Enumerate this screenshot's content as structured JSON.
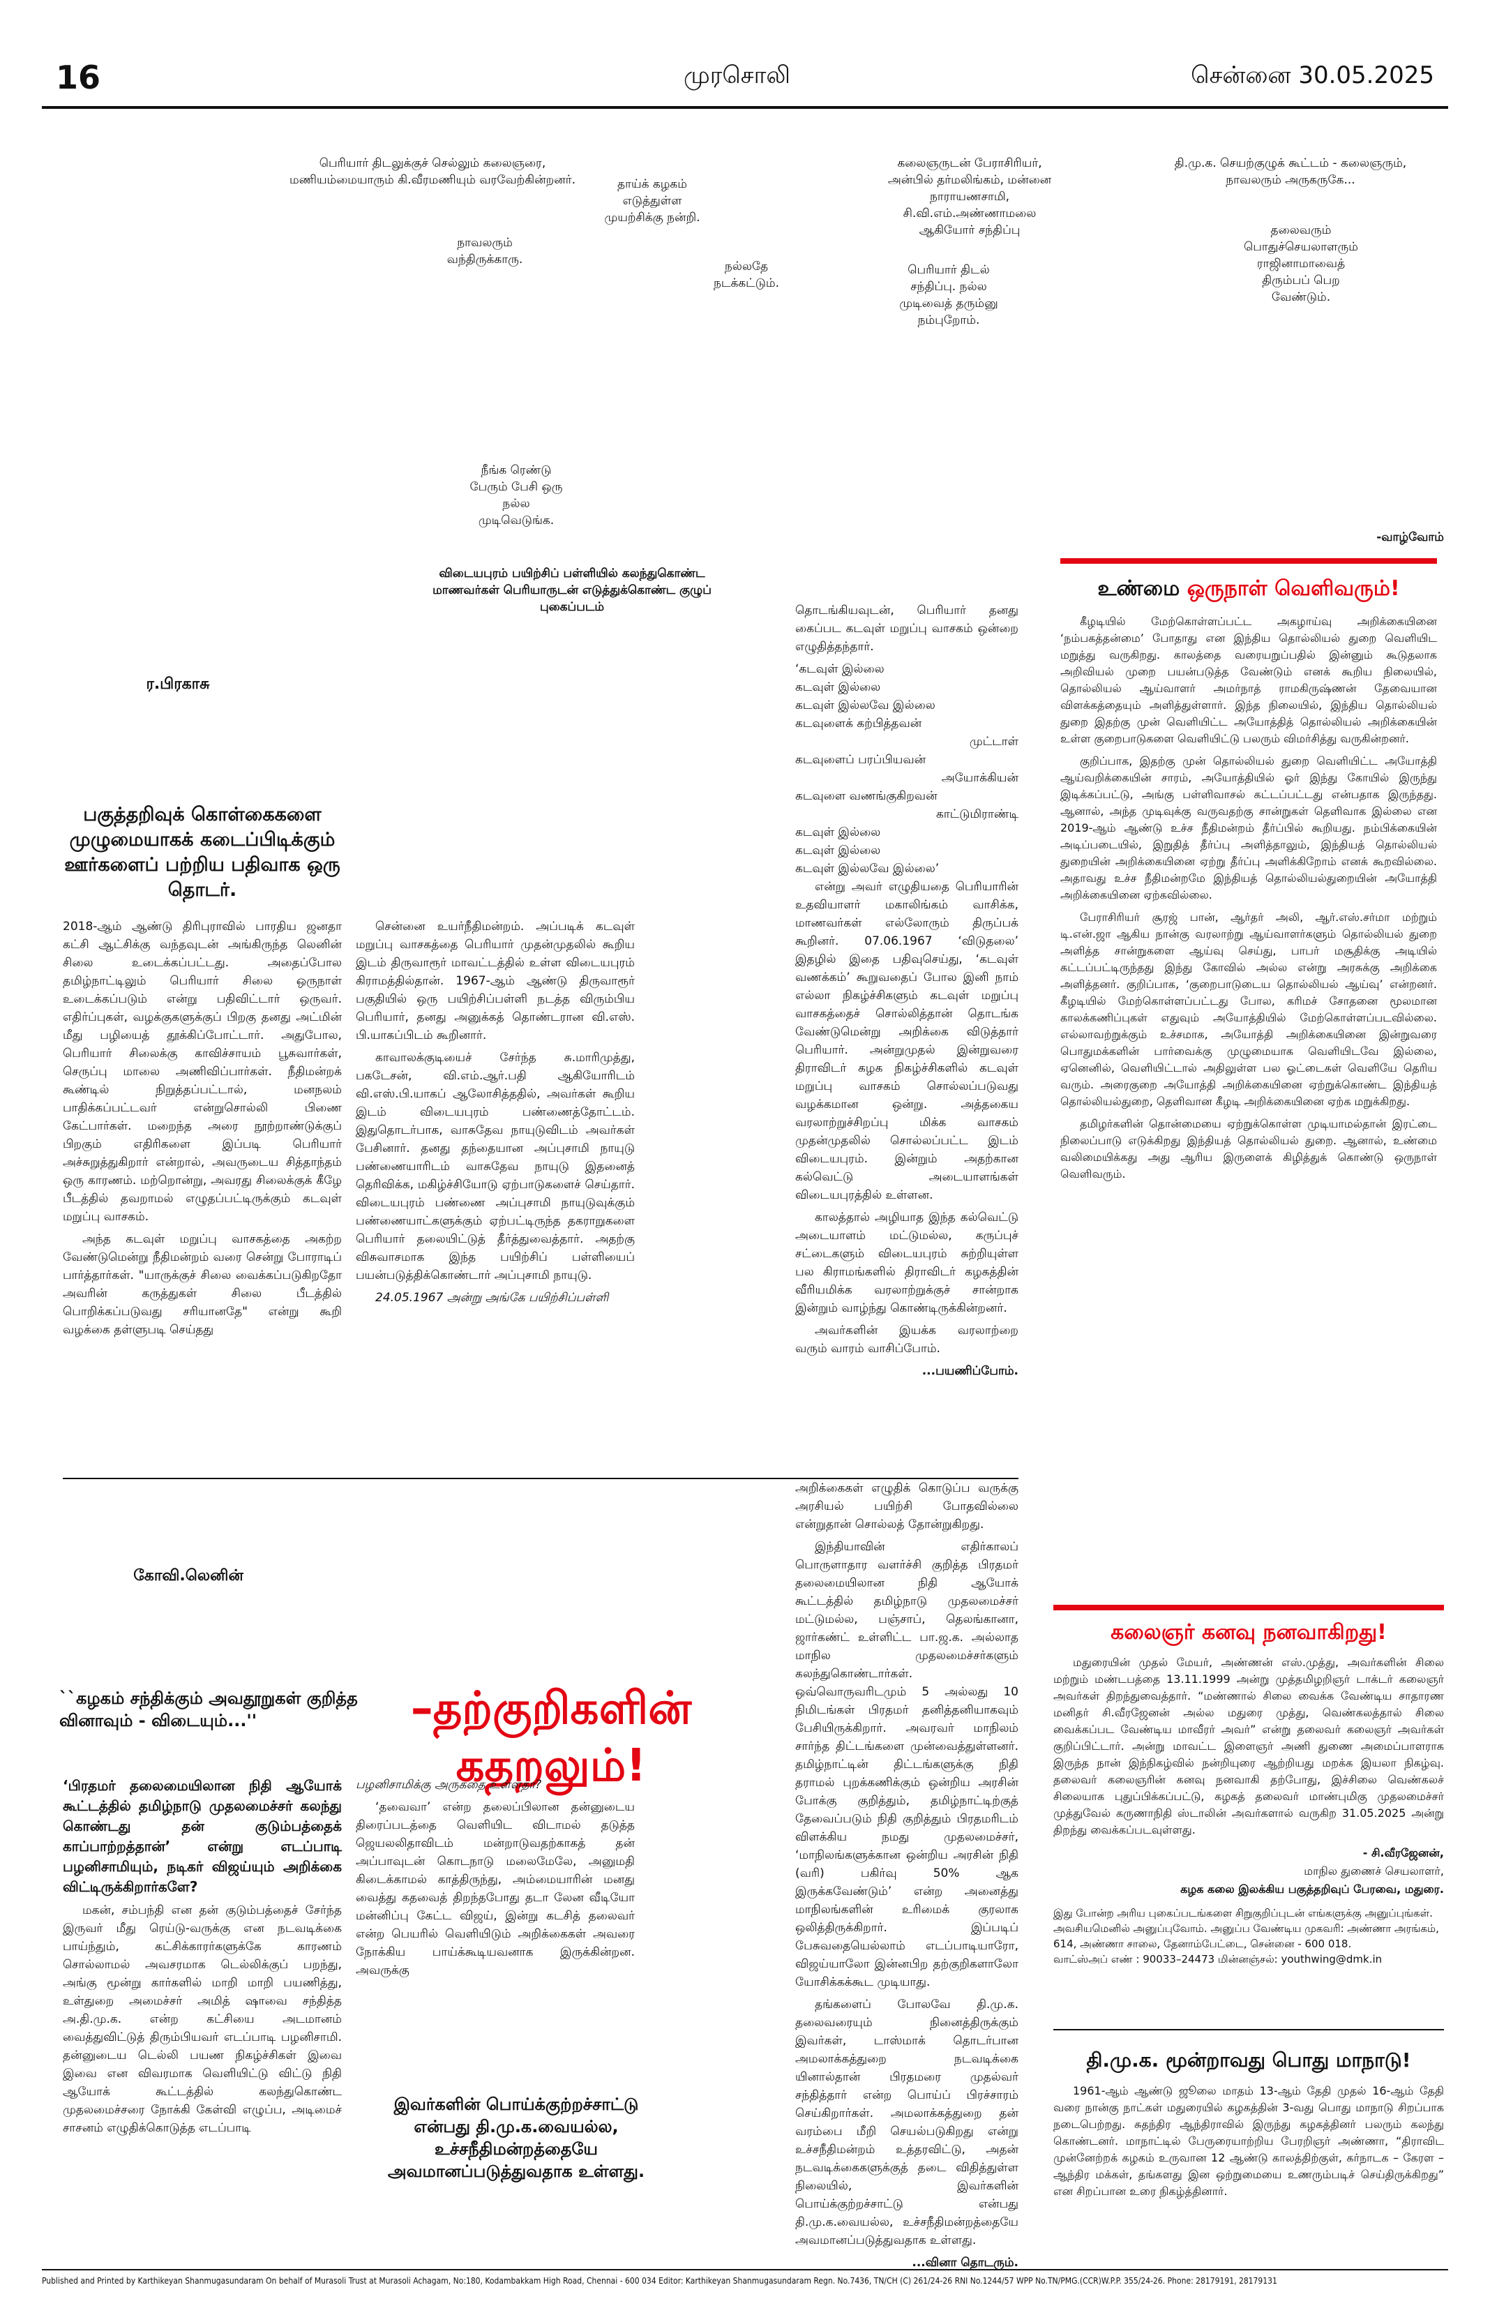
{
  "masthead": {
    "page_no": "16",
    "paper": "முரசொலி",
    "date": "சென்னை 30.05.2025"
  },
  "top_captions": {
    "c1": "பெரியார் திடலுக்குச் செல்லும் கலைஞரை, மணியம்மையாரும் கி.வீரமணியும் வரவேற்கின்றனர்.",
    "c2": "நாவலரும் வந்திருக்காரு.",
    "c3": "தாய்க் கழகம் எடுத்துள்ள முயற்சிக்கு நன்றி.",
    "c4": "நல்லதே நடக்கட்டும்.",
    "c5": "கலைஞருடன் பேராசிரியர், அன்பில் தர்மலிங்கம், மன்னை நாராயணசாமி, சி.வி.எம்.அண்ணாமலை ஆகியோர் சந்திப்பு",
    "c6": "பெரியார் திடல் சந்திப்பு. நல்ல முடிவைத் தரும்னு நம்புறோம்.",
    "c7": "தி.மு.க. செயற்குழுக் கூட்டம் - கலைஞரும், நாவலரும் அருகருகே...",
    "c8": "தலைவரும் பொதுச்செயலாளரும் ராஜினாமாவைத் திரும்பப் பெற வேண்டும்.",
    "c9": "நீங்க ரெண்டு பேரும் பேசி ஒரு நல்ல முடிவெடுங்க.",
    "c10": "-வாழ்வோம்"
  },
  "article1": {
    "author": "ர.பிரகாசு",
    "deck": "பகுத்தறிவுக் கொள்கைகளை முழுமையாகக் கடைப்பிடிக்கும் ஊர்களைப் பற்றிய பதிவாக ஒரு தொடர்.",
    "photo_caption": "விடையபுரம் பயிற்சிப் பள்ளியில் கலந்துகொண்ட மாணவர்கள் பெரியாருடன் எடுத்துக்கொண்ட குழுப் புகைப்படம்",
    "col1": [
      "2018-ஆம் ஆண்டு திரிபுராவில் பாரதிய ஜனதா கட்சி ஆட்சிக்கு வந்தவுடன் அங்கிருந்த லெனின் சிலை உடைக்கப்பட்டது. அதைப்போல தமிழ்நாட்டிலும் பெரியார் சிலை ஒருநாள் உடைக்கப்படும் என்று பதிவிட்டார் ஒருவர். எதிர்ப்புகள், வழக்குகளுக்குப் பிறகு தனது அட்மின் மீது பழியைத் தூக்கிப்போட்டார். அதுபோல, பெரியார் சிலைக்கு காவிச்சாயம் பூசுவார்கள், செருப்பு மாலை அணிவிப்பார்கள். நீதிமன்றக் கூண்டில் நிறுத்தப்பட்டால், மனநலம் பாதிக்கப்பட்டவர் என்றுசொல்லி பிணை கேட்பார்கள். மறைந்த அரை நூற்றாண்டுக்குப் பிறகும் எதிரிகளை இப்படி பெரியார் அச்சுறுத்துகிறார் என்றால், அவருடைய சித்தாந்தம் ஒரு காரணம். மற்றொன்று, அவரது சிலைக்குக் கீழே பீடத்தில் தவறாமல் எழுதப்பட்டிருக்கும் கடவுள் மறுப்பு வாசகம்.",
      "அந்த கடவுள் மறுப்பு வாசகத்தை அகற்ற வேண்டுமென்று நீதிமன்றம் வரை சென்று போராடிப் பார்த்தார்கள். \"யாருக்குச் சிலை வைக்கப்படுகிறதோ அவரின் கருத்துகள் சிலை பீடத்தில் பொறிக்கப்படுவது சரியானதே\" என்று கூறி வழக்கை தள்ளுபடி செய்தது"
    ],
    "col2": [
      "சென்னை உயர்நீதிமன்றம். அப்படிக் கடவுள் மறுப்பு வாசகத்தை பெரியார் முதன்முதலில் கூறிய இடம் திருவாரூர் மாவட்டத்தில் உள்ள விடையபுரம் கிராமத்தில்தான். 1967-ஆம் ஆண்டு திருவாரூர் பகுதியில் ஒரு பயிற்சிப்பள்ளி நடத்த விரும்பிய பெரியார், தனது அனுக்கத் தொண்டரான வி.எஸ். பி.யாகப்பிடம் கூறினார்.",
      "காவாலக்குடியைச் சேர்ந்த சு.மாரிமுத்து, பகடேசன், வி.எம்.ஆர்.பதி ஆகியோரிடம் வி.எஸ்.பி.யாகப் ஆலோசித்ததில், அவர்கள் கூறிய இடம் விடையபுரம் பண்ணைத்தோட்டம். இதுதொடர்பாக, வாசுதேவ நாயுடுவிடம் அவர்கள் பேசினார். தனது தந்தையான அப்புசாமி நாயுடு பண்ணையாரிடம் வாசுதேவ நாயுடு இதனைத் தெரிவிக்க, மகிழ்ச்சியோடு ஏற்பாடுகளைச் செய்தார். விடையபுரம் பண்ணை அப்புசாமி நாயுடுவுக்கும் பண்ணையாட்களுக்கும் ஏற்பட்டிருந்த தகராறுகளை பெரியார் தலையிட்டுத் தீர்த்துவைத்தார். அதற்கு விசுவாசமாக இந்த பயிற்சிப் பள்ளியைப் பயன்படுத்திக்கொண்டார் அப்புசாமி நாயுடு.",
      "24.05.1967 அன்று அங்கே பயிற்சிப்பள்ளி"
    ],
    "col3_intro": "தொடங்கியவுடன், பெரியார் தனது கைப்பட கடவுள் மறுப்பு வாசகம் ஒன்றை எழுதித்தந்தார்.",
    "poem": [
      {
        "a": "‘கடவுள் இல்லை",
        "b": ""
      },
      {
        "a": "கடவுள் இல்லை",
        "b": ""
      },
      {
        "a": "கடவுள் இல்லவே இல்லை",
        "b": ""
      },
      {
        "a": "கடவுளைக் கற்பித்தவன்",
        "b": "முட்டாள்"
      },
      {
        "a": "கடவுளைப் பரப்பியவன்",
        "b": "அயோக்கியன்"
      },
      {
        "a": "கடவுளை வணங்குகிறவன்",
        "b": "காட்டுமிராண்டி"
      },
      {
        "a": "கடவுள் இல்லை",
        "b": ""
      },
      {
        "a": "கடவுள் இல்லை",
        "b": ""
      },
      {
        "a": "கடவுள் இல்லவே இல்லை’",
        "b": ""
      }
    ],
    "col3": [
      "என்று அவர் எழுதியதை பெரியாரின் உதவியாளர் மகாலிங்கம் வாசிக்க, மாணவர்கள் எல்லோரும் திருப்பக் கூறினர். 07.06.1967 ‘விடுதலை’ இதழில் இதை பதிவுசெய்து, ‘கடவுள் வணக்கம்’ கூறுவதைப் போல இனி நாம் எல்லா நிகழ்ச்சிகளும் கடவுள் மறுப்பு வாசகத்தைச் சொல்லித்தான் தொடங்க வேண்டுமென்று அறிக்கை விடுத்தார் பெரியார். அன்றுமுதல் இன்றுவரை திராவிடர் கழக நிகழ்ச்சிகளில் கடவுள் மறுப்பு வாசகம் சொல்லப்படுவது வழக்கமான ஒன்று. அத்தகைய வரலாற்றுச்சிறப்பு மிக்க வாசகம் முதன்முதலில் சொல்லப்பட்ட இடம் விடையபுரம். இன்றும் அதற்கான கல்வெட்டு அடையாளங்கள் விடையபுரத்தில் உள்ளன.",
      "காலத்தால் அழியாத இந்த கல்வெட்டு அடையாளம் மட்டுமல்ல, கருப்புச் சட்டைகளும் விடையபுரம் சுற்றியுள்ள பல கிராமங்களில் திராவிடர் கழகத்தின் வீரியமிக்க வரலாற்றுக்குச் சான்றாக இன்றும் வாழ்ந்து கொண்டிருக்கின்றனர்.",
      "அவர்களின் இயக்க வரலாற்றை வரும் வாரம் வாசிப்போம்."
    ],
    "cont": "...பயணிப்போம்."
  },
  "box1": {
    "title_black": "உண்மை ",
    "title_red": "ஒருநாள் வெளிவரும்!",
    "paras": [
      "கீழடியில் மேற்கொள்ளப்பட்ட அகழாய்வு அறிக்கையினை ‘நம்பகத்தன்மை’ போதாது என இந்திய தொல்லியல் துறை வெளியிட மறுத்து வருகிறது. காலத்தை வரையறுப்பதில் இன்னும் கூடுதலாக அறிவியல் முறை பயன்படுத்த வேண்டும் எனக் கூறிய நிலையில், தொல்லியல் ஆய்வாளர் அமர்நாத் ராமகிருஷ்ணன் தேவையான விளக்கத்தையும் அளித்துள்ளார். இந்த நிலையில், இந்திய தொல்லியல் துறை இதற்கு முன் வெளியிட்ட அயோத்தித் தொல்லியல் அறிக்கையின் உள்ள குறைபாடுகளை வெளியிட்டு பலரும் விமர்சித்து வருகின்றனர்.",
      "குறிப்பாக, இதற்கு முன் தொல்லியல் துறை வெளியிட்ட அயோத்தி ஆய்வறிக்கையின் சாரம், அயோத்தியில் ஓர் இந்து கோயில் இருந்து இடிக்கப்பட்டு, அங்கு பள்ளிவாசல் கட்டப்பட்டது என்பதாக இருந்தது. ஆனால், அந்த முடிவுக்கு வருவதற்கு சான்றுகள் தெளிவாக இல்லை என 2019-ஆம் ஆண்டு உச்ச நீதிமன்றம் தீர்ப்பில் கூறியது. நம்பிக்கையின் அடிப்படையில், இறுதித் தீர்ப்பு அளித்தாலும், இந்தியத் தொல்லியல் துறையின் அறிக்கையினை ஏற்று தீர்ப்பு அளிக்கிறோம் எனக் கூறவில்லை. அதாவது உச்ச நீதிமன்றமே இந்தியத் தொல்லியல்துறையின் அயோத்தி அறிக்கையினை ஏற்கவில்லை.",
      "பேராசிரியர் சூரஜ் பான், ஆர்தர் அலி, ஆர்.எஸ்.சர்மா மற்றும் டி.என்.ஜா ஆகிய நான்கு வரலாற்று ஆய்வாளர்களும் தொல்லியல் துறை அளித்த சான்றுகளை ஆய்வு செய்து, பாபர் மசூதிக்கு அடியில் கட்டப்பட்டிருந்தது இந்து கோவில் அல்ல என்று அரசுக்கு அறிக்கை அளித்தனர். குறிப்பாக, ‘குறைபாடுடைய தொல்லியல் ஆய்வு’ என்றனர். கீழடியில் மேற்கொள்ளப்பட்டது போல, கரிமச் சோதனை மூலமான காலக்கணிப்புகள் எதுவும் அயோத்தியில் மேற்கொள்ளப்படவில்லை. எல்லாவற்றுக்கும் உச்சமாக, அயோத்தி அறிக்கையினை இன்றுவரை பொதுமக்களின் பார்வைக்கு முழுமையாக வெளியிடவே இல்லை, ஏனெனில், வெளியிட்டால் அதிலுள்ள பல ஓட்டைகள் வெளியே தெரிய வரும். அரைகுறை அயோத்தி அறிக்கையினை ஏற்றுக்கொண்ட இந்தியத் தொல்லியல்துறை, தெளிவான கீழடி அறிக்கையினை ஏற்க மறுக்கிறது.",
      "தமிழர்களின் தொன்மையை ஏற்றுக்கொள்ள முடியாமல்தான் இரட்டை நிலைப்பாடு எடுக்கிறது இந்தியத் தொல்லியல் துறை. ஆனால், உண்மை வலிமையிக்கது அது ஆரிய இருளைக் கிழித்துக் கொண்டு ஒருநாள் வெளிவரும்."
    ]
  },
  "article2": {
    "author": "கோவி.லெனின்",
    "question": "``கழகம் சந்திக்கும் அவதூறுகள் குறித்த வினாவும் - விடையும்...''",
    "headline": "–தற்குறிகளின் கதறலும்!",
    "col1_bold": "‘பிரதமர் தலைமையிலான நிதி ஆயோக் கூட்டத்தில் தமிழ்நாடு முதலமைச்சர் கலந்து கொண்டது தன் குடும்பத்தைக் காப்பாற்றத்தான்’ என்று எடப்பாடி பழனிசாமியும், நடிகர் விஜய்யும் அறிக்கை விட்டிருக்கிறார்களே?",
    "col1": "மகன், சம்பந்தி என தன் குடும்பத்தைச் சேர்ந்த இருவர் மீது ரெய்டு-வருக்கு என நடவடிக்கை பாய்ந்தும், கட்சிக்காரர்களுக்கே காரணம் சொல்லாமல் அவசரமாக டெல்லிக்குப் பறந்து, அங்கு மூன்று கார்களில் மாறி மாறி பயணித்து, உள்துறை அமைச்சர் அமித் ஷாவை சந்தித்த அ.தி.மு.க. என்ற கட்சியை அடமானம் வைத்துவிட்டுத் திரும்பியவர் எடப்பாடி பழனிசாமி. தன்னுடைய டெல்லி பயண நிகழ்ச்சிகள் இவை இவை என விவரமாக வெளியிட்டு விட்டு நிதி ஆயோக் கூட்டத்தில் கலந்துகொண்ட முதலமைச்சரை நோக்கி கேள்வி எழுப்ப, அடிமைச் சாசனம் எழுதிக்கொடுத்த எடப்பாடி",
    "col2_bold": "பழனிசாமிக்கு அருகதை உள்ளதா?",
    "col2": "‘தவைவா’ என்ற தலைப்பிலான தன்னுடைய திரைப்படத்தை வெளியிட விடாமல் தடுத்த ஜெயலலிதாவிடம் மன்றாடுவதற்காகத் தன் அப்பாவுடன் கொடநாடு மலைமேலே, அனுமதி கிடைக்காமல் காத்திருந்து, அம்மையாரின் மனது வைத்து கதவைத் திறந்தபோது தடா லேன வீடியோ மன்னிப்பு கேட்ட விஜய், இன்று கடசித் தலைவர் என்ற பெயரில் வெளியிடும் அறிக்கைகள் அவரை நோக்கிய பாய்க்கூடியவனாக இருக்கின்றன. அவருக்கு",
    "deck": "இவர்களின் பொய்க்குற்றச்சாட்டு என்பது தி.மு.க.வையல்ல, உச்சநீதிமன்றத்தையே அவமானப்படுத்துவதாக உள்ளது.",
    "col3a": [
      "அறிக்கைகள் எழுதிக் கொடுப்ப வருக்கு அரசியல் பயிற்சி போதவில்லை என்றுதான் சொல்லத் தோன்றுகிறது.",
      "இந்தியாவின் எதிர்காலப் பொருளாதார வளர்ச்சி குறித்த பிரதமர் தலைமையிலான நிதி ஆயோக் கூட்டத்தில் தமிழ்நாடு முதலமைச்சர் மட்டுமல்ல, பஞ்சாப், தெலங்கானா, ஜார்கண்ட் உள்ளிட்ட பா.ஜ.க. அல்லாத மாநில முதலமைச்சர்களும் கலந்துகொண்டார்கள். ஒவ்வொருவரிடமும் 5 அல்லது 10 நிமிடங்கள் பிரதமர் தனித்தனியாகவும் பேசியிருக்கிறார். அவரவர் மாநிலம் சார்ந்த திட்டங்களை முன்வைத்துள்ளனர். தமிழ்நாட்டின் திட்டங்களுக்கு நிதி தராமல் புறக்கணிக்கும் ஒன்றிய அரசின் போக்கு குறித்தும், தமிழ்நாட்டிற்குத் தேவைப்படும் நிதி குறித்தும் பிரதமரிடம் விளக்கிய நமது முதலமைச்சர், ‘மாநிலங்களுக்கான ஒன்றிய அரசின் நிதி (வரி) பகிர்வு 50% ஆக இருக்கவேண்டும்’ என்ற அனைத்து மாநிலங்களின் உரிமைக் குரலாக ஒலித்திருக்கிறார். இப்படிப் பேசுவதையெல்லாம் எடப்பாடியாரோ, விஜய்யாலோ இன்னபிற தற்குறிகளாலோ யோசிக்கக்கூட முடியாது.",
      "தங்களைப் போலவே தி.மு.க. தலைவரையும் நினைத்திருக்கும் இவர்கள், டாஸ்மாக் தொடர்பான அமலாக்கத்துறை நடவடிக்கை யினால்தான் பிரதமரை முதல்வர் சந்தித்தார் என்ற பொய்ப் பிரச்சாரம் செய்கிறார்கள். அமலாக்கத்துறை தன் வரம்பை மீறி செயல்படுகிறது என்று உச்சநீதிமன்றம் உத்தரவிட்டு, அதன் நடவடிக்கைகளுக்குத் தடை விதித்துள்ள நிலையில், இவர்களின் பொய்க்குற்றச்சாட்டு என்பது தி.மு.க.வையல்ல, உச்சநீதிமன்றத்தையே அவமானப்படுத்துவதாக உள்ளது."
    ],
    "cont": "...வினா தொடரும்."
  },
  "box2": {
    "title_red": "கலைஞர் கனவு நனவாகிறது!",
    "body": "மதுரையின் முதல் மேயர், அண்ணன் எஸ்.முத்து, அவர்களின் சிலை மற்றும் மண்டபத்தை 13.11.1999 அன்று முத்தமிழறிஞர் டாக்டர் கலைஞர் அவர்கள் திறந்துவைத்தார். “மண்ணால் சிலை வைக்க வேண்டிய சாதாரண மனிதர் சி.வீரஜேனன் அல்ல மதுரை முத்து, வெண்கலத்தால் சிலை வைக்கப்பட வேண்டிய மாவீரர் அவர்” என்று தலைவர் கலைஞர் அவர்கள் குறிப்பிட்டார். அன்று மாவட்ட இளைஞர் அணி துணை அமைப்பாளராக இருந்த நான் இந்நிகழ்வில் நன்றியுரை ஆற்றியது மறக்க இயலா நிகழ்வு. தலைவர் கலைஞரின் கனவு நனவாகி தற்போது, இச்சிலை வெண்கலச் சிலையாக புதுப்பிக்கப்பட்டு, கழகத் தலைவர் மாண்புமிகு முதலமைச்சர் முத்துவேல் கருணாநிதி ஸ்டாலின் அவர்களால் வருகிற 31.05.2025 அன்று திறந்து வைக்கப்படவுள்ளது.",
    "sig1": "- சி.வீரஜேனன்,",
    "sig2": "மாநில துணைச் செயலாளர்,",
    "sig3": "கழக கலை இலக்கிய பகுத்தறிவுப் பேரவை, மதுரை.",
    "invite": "இது போன்ற அரிய புகைப்படங்களை சிறுகுறிப்புடன் எங்களுக்கு அனுப்புங்கள். அவசியமெனில் அனுப்புவோம். அனுப்ப வேண்டிய முகவரி: அண்ணா அரங்கம், 614, அண்ணா சாலை, தேனாம்பேட்டை, சென்னை - 600 018.",
    "whatsapp": "வாட்ஸ்அப் எண் : 90033–24473 மின்னஞ்சல்: youthwing@dmk.in"
  },
  "box3": {
    "title": "தி.மு.க. மூன்றாவது பொது மாநாடு!",
    "body": "1961-ஆம் ஆண்டு ஜூலை மாதம் 13-ஆம் தேதி முதல் 16-ஆம் தேதி வரை நான்கு நாட்கள் மதுரையில் கழகத்தின் 3-வது பொது மாநாடு சிறப்பாக நடைபெற்றது. சுதந்திர ஆந்திராவில் இருந்து கழகத்தினர் பலரும் கலந்து கொண்டனர். மாநாட்டில் பேருரையாற்றிய பேரறிஞர் அண்ணா, “திராவிட முன்னேற்றக் கழகம் உருவான 12 ஆண்டு காலத்திற்குள், கர்நாடக – கேரள –ஆந்திர மக்கள், தங்களது இன ஒற்றுமையை உணரும்படிச் செய்திருக்கிறது” என சிறப்பான உரை நிகழ்த்தினார்."
  },
  "footer": "Published and Printed by Karthikeyan Shanmugasundaram On behalf of Murasoli Trust at Murasoli Achagam, No:180, Kodambakkam High Road, Chennai - 600 034 Editor: Karthikeyan Shanmugasundaram Regn. No.7436, TN/CH (C) 261/24-26 RNI No.1244/57 WPP No.TN/PMG.(CCR)W.P.P. 355/24-26. Phone: 28179191, 28179131"
}
